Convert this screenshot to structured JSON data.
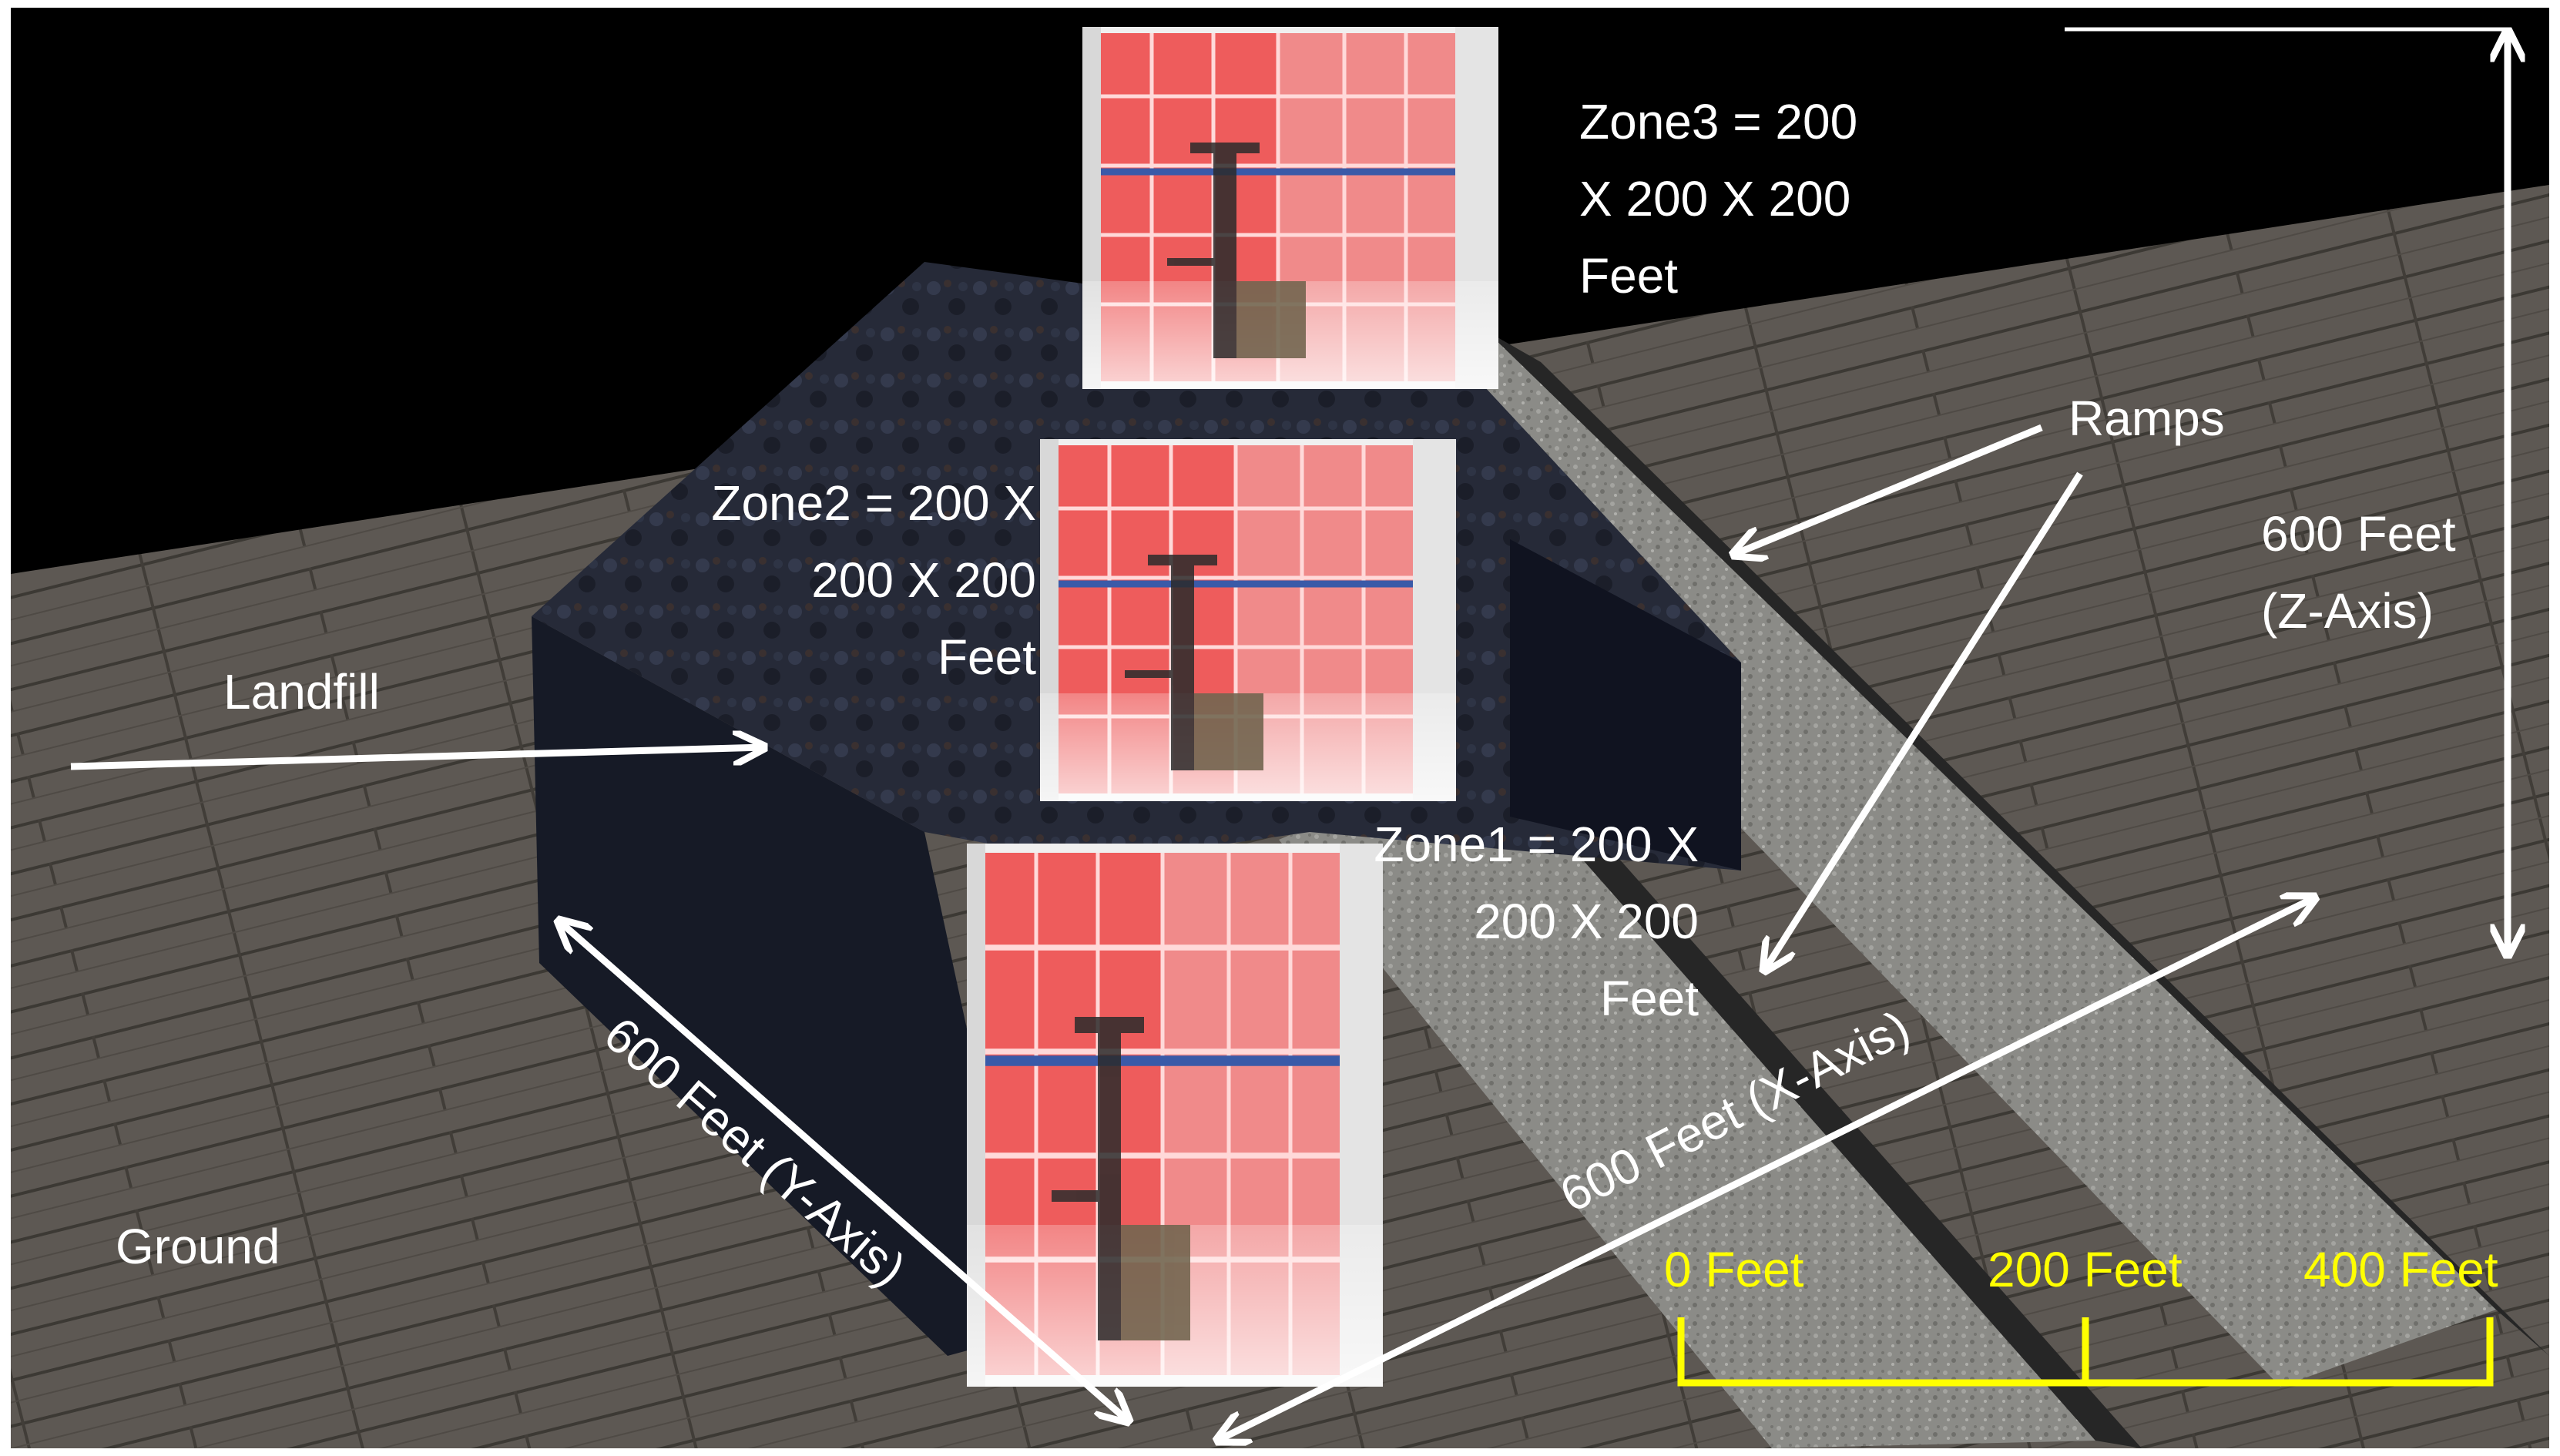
{
  "labels": {
    "zone3": [
      "Zone3 = 200",
      "X 200 X 200",
      "Feet"
    ],
    "zone2": [
      "Zone2 = 200 X",
      "200 X 200",
      "Feet"
    ],
    "zone1": [
      "Zone1 = 200 X",
      "200 X 200",
      "Feet"
    ],
    "ramps": "Ramps",
    "z_axis": [
      "600 Feet",
      "(Z-Axis)"
    ],
    "landfill": "Landfill",
    "ground": "Ground",
    "y_axis": "600 Feet (Y-Axis)",
    "x_axis": "600 Feet (X-Axis)",
    "scale": [
      "0 Feet",
      "200 Feet",
      "400 Feet"
    ]
  },
  "colors": {
    "sky": "#000000",
    "label_text": "#ffffff",
    "scale_bar": "#ffff00",
    "zone_wall": "#f06a6a",
    "landfill": "#1e2230",
    "ramp": "#8a8a86"
  }
}
